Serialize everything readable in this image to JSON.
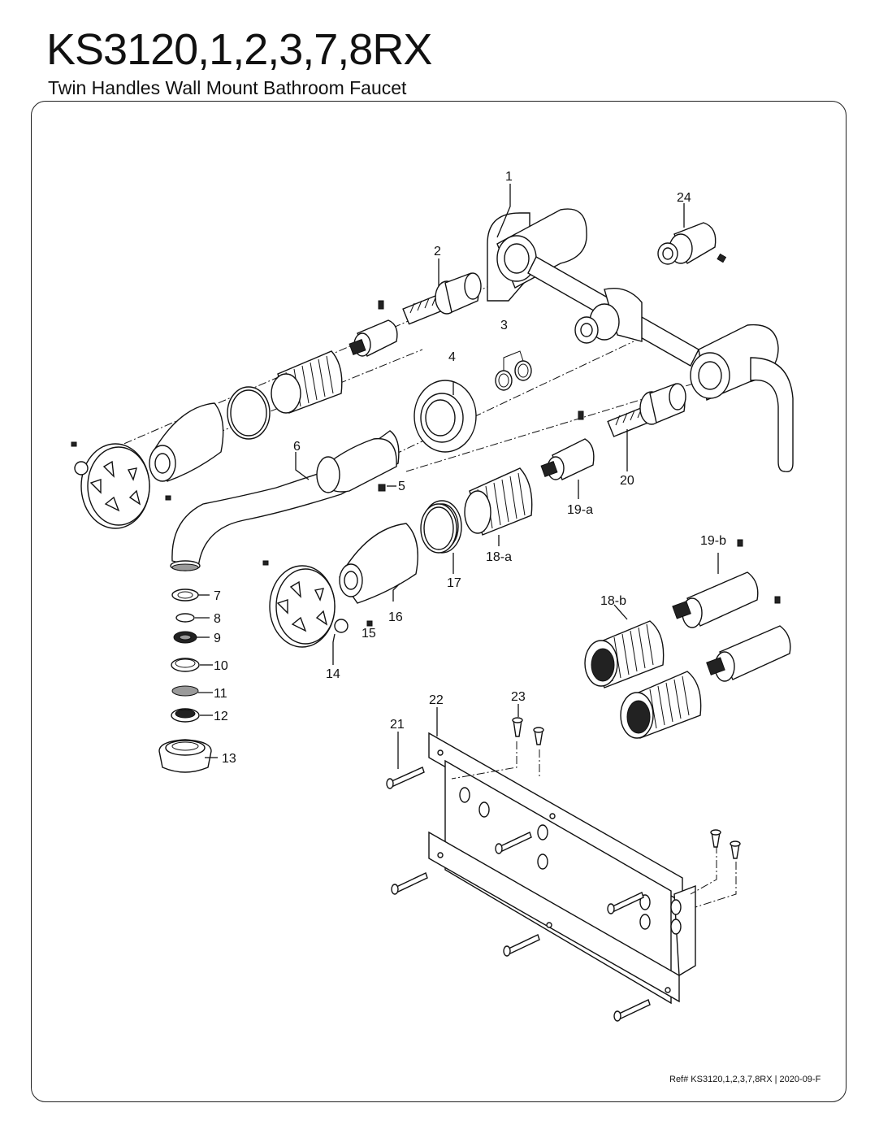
{
  "header": {
    "model": "KS3120,1,2,3,7,8RX",
    "subtitle": "Twin Handles Wall Mount Bathroom Faucet"
  },
  "footer": {
    "reference": "Ref# KS3120,1,2,3,7,8RX | 2020-09-F"
  },
  "callouts": {
    "c1": "1",
    "c2": "2",
    "c3": "3",
    "c4": "4",
    "c5": "5",
    "c6": "6",
    "c7": "7",
    "c8": "8",
    "c9": "9",
    "c10": "10",
    "c11": "11",
    "c12": "12",
    "c13": "13",
    "c14": "14",
    "c15": "15",
    "c16": "16",
    "c17": "17",
    "c18a": "18-a",
    "c18b": "18-b",
    "c19a": "19-a",
    "c19b": "19-b",
    "c20": "20",
    "c21": "21",
    "c22": "22",
    "c23": "23",
    "c24": "24"
  }
}
